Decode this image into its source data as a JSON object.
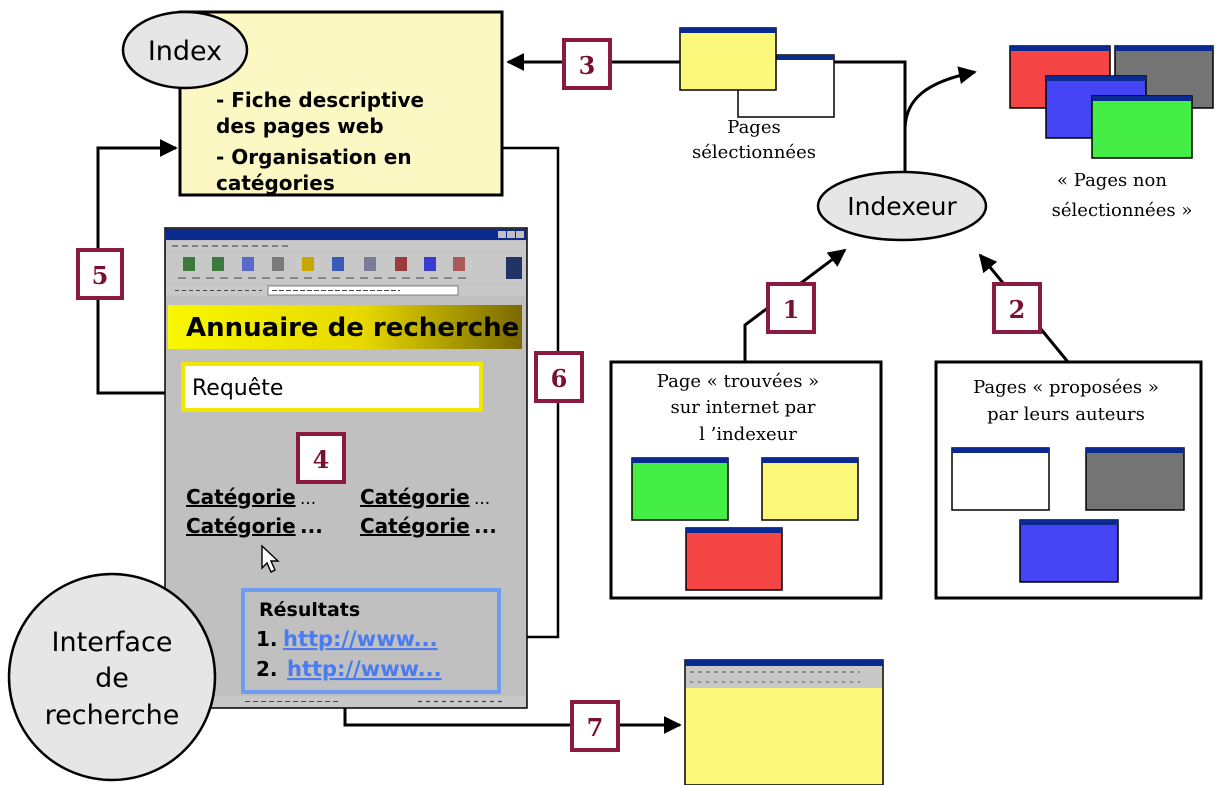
{
  "index": {
    "title": "Index",
    "lines": [
      "- Fiche descriptive",
      "des pages web",
      "- Organisation en",
      "catégories"
    ]
  },
  "steps": [
    "1",
    "2",
    "3",
    "4",
    "5",
    "6",
    "7"
  ],
  "selected_pages_label": [
    "Pages",
    "sélectionnées"
  ],
  "non_selected_label": [
    "« Pages non",
    "sélectionnées »"
  ],
  "indexer": {
    "title": "Indexeur"
  },
  "found_pages": {
    "lines": [
      "Page « trouvées »",
      "sur internet par",
      "l ’indexeur"
    ]
  },
  "proposed_pages": {
    "lines": [
      "Pages « proposées »",
      "par leurs auteurs"
    ]
  },
  "browser": {
    "banner": "Annuaire de recherche",
    "query": "Requête",
    "categories": [
      {
        "name": "Catégorie",
        "suffix": " ..."
      },
      {
        "name": "Catégorie",
        "suffix": " ..."
      },
      {
        "name": "Catégorie",
        "suffix": " ..."
      },
      {
        "name": "Catégorie",
        "suffix": " ..."
      }
    ],
    "results": {
      "title": "Résultats",
      "items": [
        {
          "num": "1.",
          "link": "http://www..."
        },
        {
          "num": "2.",
          "link": "http://www..."
        }
      ]
    }
  },
  "interface_label": [
    "Interface",
    "de",
    "recherche"
  ],
  "colors": {
    "note_yellow": "#fcf8c4",
    "maroon": "#8b1a3f",
    "green_page": "#44ee44",
    "yellow_page": "#fcf87c",
    "red_page": "#f44444",
    "grey_page": "#747474",
    "blue_page": "#4444f4",
    "banner_start": "#f8f800",
    "banner_end": "#7a6a00",
    "results_border": "#6e9cf0",
    "link_blue": "#4a7cf0"
  }
}
